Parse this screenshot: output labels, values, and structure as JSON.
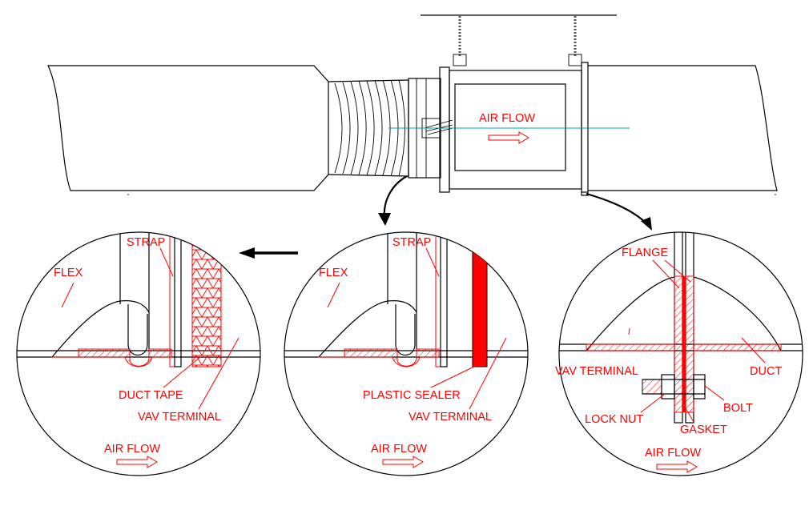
{
  "top": {
    "air_flow": "AIR FLOW"
  },
  "detail_duct_tape": {
    "flex": "FLEX",
    "strap": "STRAP",
    "duct_tape": "DUCT TAPE",
    "vav_terminal": "VAV TERMINAL",
    "air_flow": "AIR FLOW"
  },
  "detail_plastic_sealer": {
    "flex": "FLEX",
    "strap": "STRAP",
    "plastic_sealer": "PLASTIC SEALER",
    "vav_terminal": "VAV TERMINAL",
    "air_flow": "AIR FLOW"
  },
  "detail_flange": {
    "flange": "FLANGE",
    "vav_terminal": "VAV TERMINAL",
    "duct": "DUCT",
    "bolt": "BOLT",
    "lock_nut": "LOCK NUT",
    "gasket": "GASKET",
    "air_flow": "AIR FLOW"
  },
  "colors": {
    "label": "#ff0000",
    "line": "#000000",
    "centerline": "#00a0a0"
  },
  "icons": [
    "arrow-icon",
    "air-flow-arrow-icon"
  ]
}
